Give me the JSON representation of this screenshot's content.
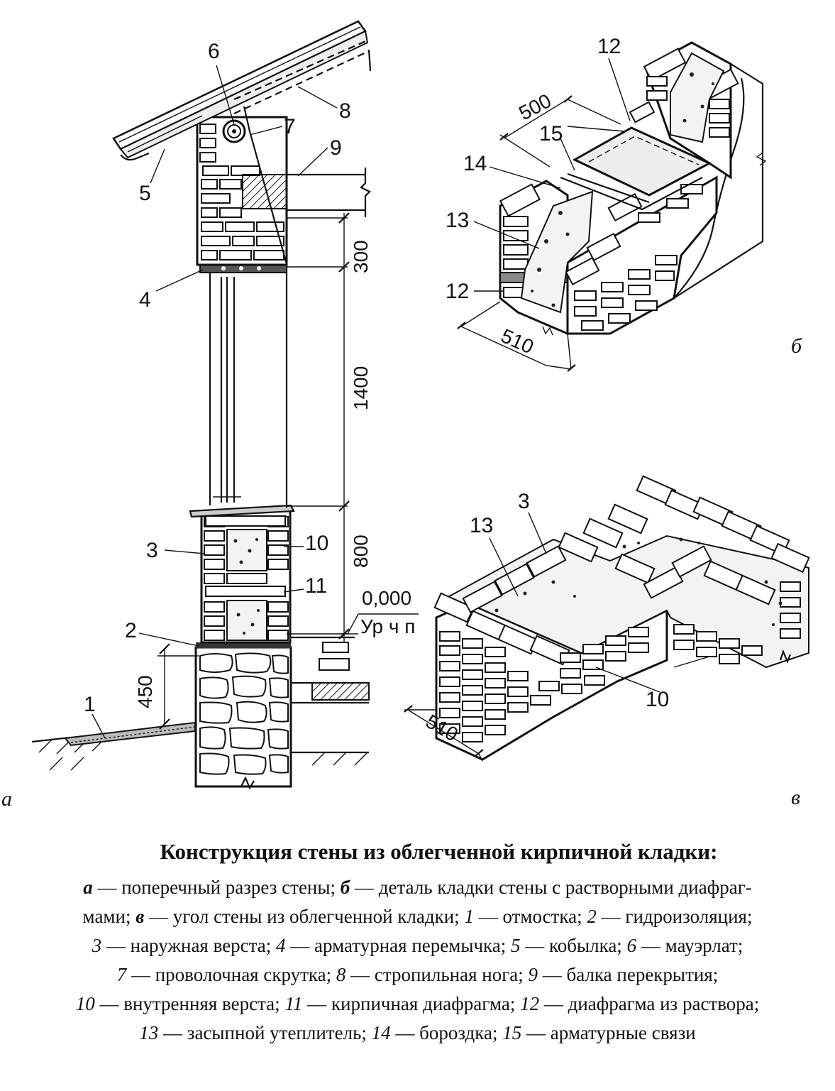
{
  "panels": {
    "a": "а",
    "b": "б",
    "v": "в"
  },
  "section": {
    "callouts": [
      "1",
      "2",
      "3",
      "4",
      "5",
      "6",
      "7",
      "8",
      "9",
      "10",
      "11"
    ],
    "dimensions": {
      "d300": "300",
      "d1400": "1400",
      "d800": "800",
      "d450": "450",
      "level_value": "0,000",
      "level_label": "Ур ч п"
    }
  },
  "detail_b": {
    "callouts": [
      "12",
      "15",
      "14",
      "13",
      "12"
    ],
    "dimensions": {
      "d500": "500",
      "d510": "510"
    }
  },
  "detail_v": {
    "callouts": [
      "3",
      "13",
      "10"
    ],
    "dimensions": {
      "d510": "510"
    }
  },
  "caption": {
    "title": "Конструкция стены из облегченной кирпичной кладки:",
    "lines": [
      [
        {
          "t": "а",
          "s": "bi"
        },
        {
          "t": " — поперечный разрез стены; "
        },
        {
          "t": "б",
          "s": "bi"
        },
        {
          "t": " — деталь кладки стены с растворными диафраг-"
        }
      ],
      [
        {
          "t": "мами; "
        },
        {
          "t": "в",
          "s": "bi"
        },
        {
          "t": " — угол стены из облегченной кладки; "
        },
        {
          "t": "1",
          "s": "it"
        },
        {
          "t": " — отмостка; "
        },
        {
          "t": "2",
          "s": "it"
        },
        {
          "t": " — гидроизоляция;"
        }
      ],
      [
        {
          "t": "3",
          "s": "it"
        },
        {
          "t": " — наружная верста; "
        },
        {
          "t": "4",
          "s": "it"
        },
        {
          "t": " — арматурная перемычка; "
        },
        {
          "t": "5",
          "s": "it"
        },
        {
          "t": " — кобылка; "
        },
        {
          "t": "6",
          "s": "it"
        },
        {
          "t": " — мауэрлат;"
        }
      ],
      [
        {
          "t": "7",
          "s": "it"
        },
        {
          "t": " — проволочная скрутка; "
        },
        {
          "t": "8",
          "s": "it"
        },
        {
          "t": " — стропильная нога; "
        },
        {
          "t": "9",
          "s": "it"
        },
        {
          "t": " — балка перекрытия;"
        }
      ],
      [
        {
          "t": "10",
          "s": "it"
        },
        {
          "t": " — внутренняя верста; "
        },
        {
          "t": "11",
          "s": "it"
        },
        {
          "t": " — кирпичная диафрагма; "
        },
        {
          "t": "12",
          "s": "it"
        },
        {
          "t": " — диафрагма из раствора;"
        }
      ],
      [
        {
          "t": "13",
          "s": "it"
        },
        {
          "t": " — засыпной утеплитель; "
        },
        {
          "t": "14",
          "s": "it"
        },
        {
          "t": " — бороздка; "
        },
        {
          "t": "15",
          "s": "it"
        },
        {
          "t": " — арматурные связи"
        }
      ]
    ]
  }
}
